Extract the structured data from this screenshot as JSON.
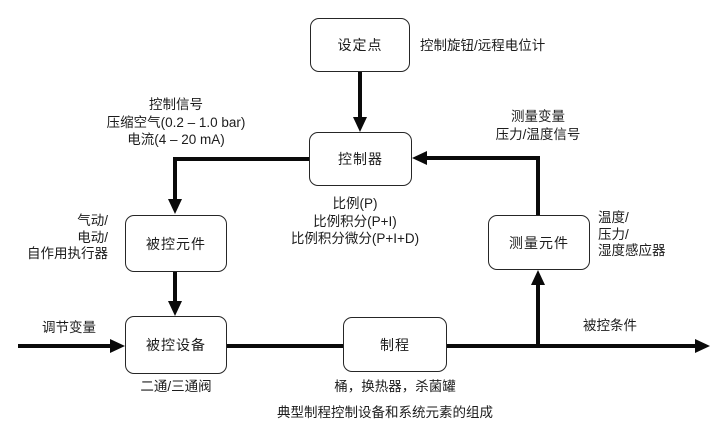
{
  "boxes": {
    "setpoint": "设定点",
    "controller": "控制器",
    "controlled_element": "被控元件",
    "controlled_device": "被控设备",
    "process": "制程",
    "measuring_element": "测量元件"
  },
  "labels": {
    "setpoint_note": "控制旋钮/远程电位计",
    "control_signal": [
      "控制信号",
      "压缩空气(0.2 – 1.0 bar)",
      "电流(4 – 20 mA)"
    ],
    "measured_variable": [
      "测量变量",
      "压力/温度信号"
    ],
    "pid_modes": [
      "比例(P)",
      "比例积分(P+I)",
      "比例积分微分(P+I+D)"
    ],
    "actuator_types": [
      "气动/",
      "电动/",
      "自作用执行器"
    ],
    "sensor_types": [
      "温度/",
      "压力/",
      "湿度感应器"
    ],
    "regulating_variable": "调节变量",
    "controlled_condition": "被控条件",
    "valve_note": "二通/三通阀",
    "vessel_note": "桶，换热器，杀菌罐"
  },
  "caption": "典型制程控制设备和系统元素的组成",
  "colors": {
    "line": "#0a0a0a",
    "text": "#1c1c1c",
    "background": "#ffffff"
  }
}
